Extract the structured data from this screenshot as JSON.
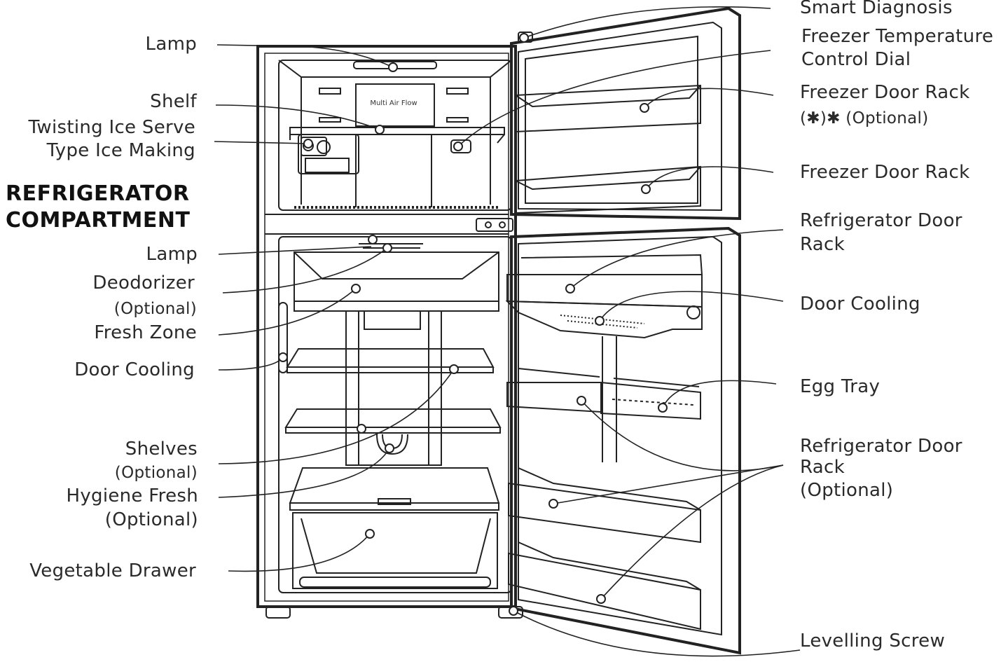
{
  "section_heading": {
    "line1": "REFRIGERATOR",
    "line2": "COMPARTMENT"
  },
  "panel_text": "Multi Air Flow",
  "labels_left": {
    "lamp_top": "Lamp",
    "shelf": "Shelf",
    "twisting_line1": "Twisting Ice Serve",
    "twisting_line2": "Type Ice Making",
    "lamp_fridge": "Lamp",
    "deodorizer": "Deodorizer",
    "deodorizer_opt": "(Optional)",
    "fresh_zone": "Fresh Zone",
    "door_cooling": "Door Cooling",
    "shelves": "Shelves",
    "shelves_opt": "(Optional)",
    "hygiene": "Hygiene Fresh",
    "hygiene_opt": "(Optional)",
    "vegetable": "Vegetable Drawer"
  },
  "labels_right": {
    "smart": "Smart Diagnosis",
    "freezer_dial_line1": "Freezer Temperature",
    "freezer_dial_line2": "Control Dial",
    "freezer_rack_opt_line1": "Freezer Door Rack",
    "freezer_rack_opt_line2": "(✱)✱  (Optional)",
    "freezer_rack": "Freezer Door Rack",
    "fridge_rack_line1": "Refrigerator Door",
    "fridge_rack_line2": "Rack",
    "door_cooling": "Door Cooling",
    "egg_tray": "Egg Tray",
    "fridge_rack_opt_line1": "Refrigerator Door",
    "fridge_rack_opt_line2": "Rack",
    "fridge_rack_opt_line3": "(Optional)",
    "levelling": "Levelling Screw"
  },
  "colors": {
    "line": "#222222",
    "text": "#2a2a2a",
    "background": "#ffffff"
  }
}
